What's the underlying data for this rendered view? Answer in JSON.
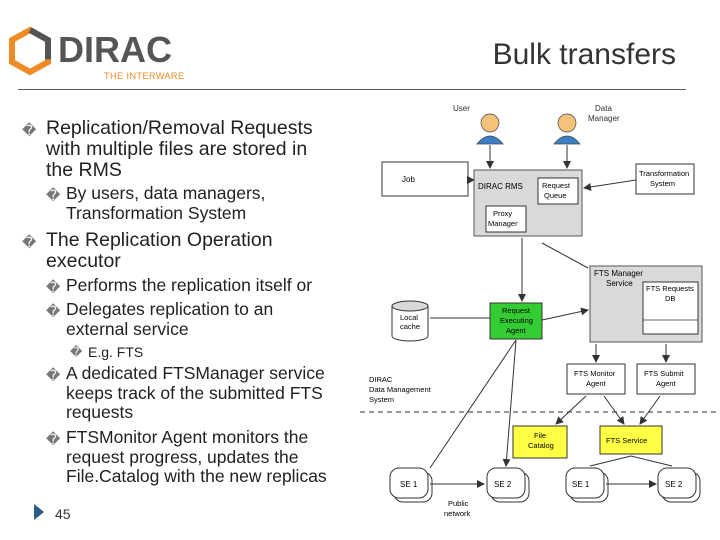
{
  "header": {
    "logo_text": "DIRAC",
    "logo_tagline": "THE INTERWARE",
    "title": "Bulk transfers"
  },
  "bullets": {
    "item1": {
      "marker": "�",
      "lines": [
        "Replication/Removal Requests",
        "with multiple files are stored in",
        "the RMS"
      ]
    },
    "item1_sub1": {
      "marker": "�",
      "lines": [
        "By users, data managers,",
        "Transformation System"
      ]
    },
    "item2": {
      "marker": "�",
      "lines": [
        "The Replication Operation",
        "executor"
      ]
    },
    "item2_sub1": {
      "marker": "�",
      "lines": [
        "Performs the replication itself or"
      ]
    },
    "item2_sub2": {
      "marker": "�",
      "lines": [
        "Delegates replication to an",
        "external service"
      ]
    },
    "item2_sub2_sub1": {
      "marker": "�",
      "lines": [
        "E.g. FTS"
      ]
    },
    "item2_sub3": {
      "marker": "�",
      "lines": [
        "A dedicated FTSManager service",
        "keeps track of the submitted FTS",
        "requests"
      ]
    },
    "item2_sub4": {
      "marker": "�",
      "lines": [
        "FTSMonitor Agent monitors the",
        "request progress, updates the",
        "File.Catalog with the new replicas"
      ]
    }
  },
  "footer": {
    "page_number": "45"
  },
  "diagram": {
    "user": "User",
    "data_manager": [
      "Data",
      "Manager"
    ],
    "job": "Job",
    "dirac_rms": "DIRAC RMS",
    "request_queue": [
      "Request",
      "Queue"
    ],
    "proxy_manager": [
      "Proxy",
      "Manager"
    ],
    "transformation_system": [
      "Transformation",
      "System"
    ],
    "fts_manager_service": [
      "FTS Manager",
      "Service"
    ],
    "fts_requests_db": [
      "FTS Requests",
      "DB"
    ],
    "local_cache": [
      "Local",
      "cache"
    ],
    "request_executing_agent": [
      "Request",
      "Executing",
      "Agent"
    ],
    "fts_monitor_agent": [
      "FTS Monitor",
      "Agent"
    ],
    "fts_submit_agent": [
      "FTS Submit",
      "Agent"
    ],
    "dirac_dms": [
      "DIRAC",
      "Data Management",
      "System"
    ],
    "file_catalog": [
      "File",
      "Catalog"
    ],
    "fts_service": "FTS Service",
    "se1_a": "SE 1",
    "se2_a": "SE 2",
    "se1_b": "SE 1",
    "se2_b": "SE 2",
    "public_network": [
      "Public",
      "network"
    ],
    "colors": {
      "green": "#33cc33",
      "yellow": "#ffff44",
      "grey": "#d9d9d9",
      "user_head": "#f4c27a",
      "user_body": "#3a7fc8"
    }
  }
}
